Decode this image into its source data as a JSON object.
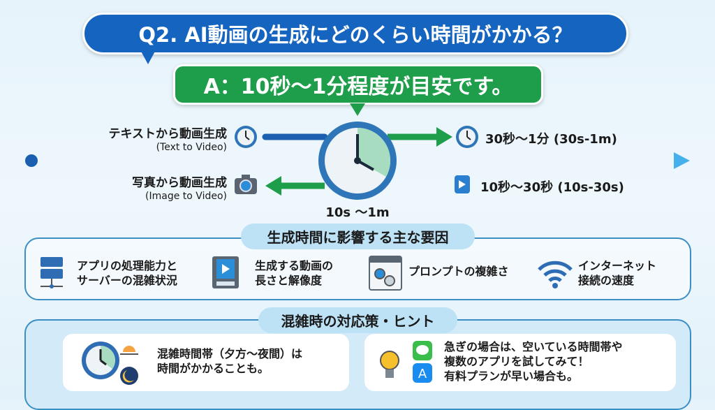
{
  "question": "Q2. AI動画の生成にどのくらい時間がかかる？",
  "answer": "A：10秒〜1分程度が目安です。",
  "timeline": {
    "text_to_video": {
      "label": "テキストから動画生成",
      "sub": "(Text to Video)",
      "icon": "clock-icon",
      "result": "30秒〜1分 (30s-1m)"
    },
    "image_to_video": {
      "label": "写真から動画生成",
      "sub": "(Image to Video)",
      "icon": "camera-icon",
      "result": "10秒〜30秒 (10s-30s)"
    },
    "center_label": "10s 〜1m"
  },
  "factors": {
    "title": "生成時間に影響する主な要因",
    "items": [
      {
        "line1": "アプリの処理能力と",
        "line2": "サーバーの混雑状況",
        "icon": "server-icon"
      },
      {
        "line1": "生成する動画の",
        "line2": "長さと解像度",
        "icon": "video-player-icon"
      },
      {
        "line1": "プロンプトの複雑さ",
        "line2": "",
        "icon": "gear-window-icon"
      },
      {
        "line1": "インターネット",
        "line2": "接続の速度",
        "icon": "wifi-icon"
      }
    ]
  },
  "tips": {
    "title": "混雑時の対応策・ヒント",
    "cards": [
      {
        "lines": [
          "混雑時間帯（夕方〜夜間）は",
          "時間がかかることも。"
        ]
      },
      {
        "lines": [
          "急ぎの場合は、空いている時間帯や",
          "複数のアプリを試してみて！",
          "有料プランが早い場合も。"
        ]
      }
    ]
  },
  "colors": {
    "blue": "#1565c0",
    "green": "#1e9e4a",
    "pill": "#bde2f6"
  }
}
